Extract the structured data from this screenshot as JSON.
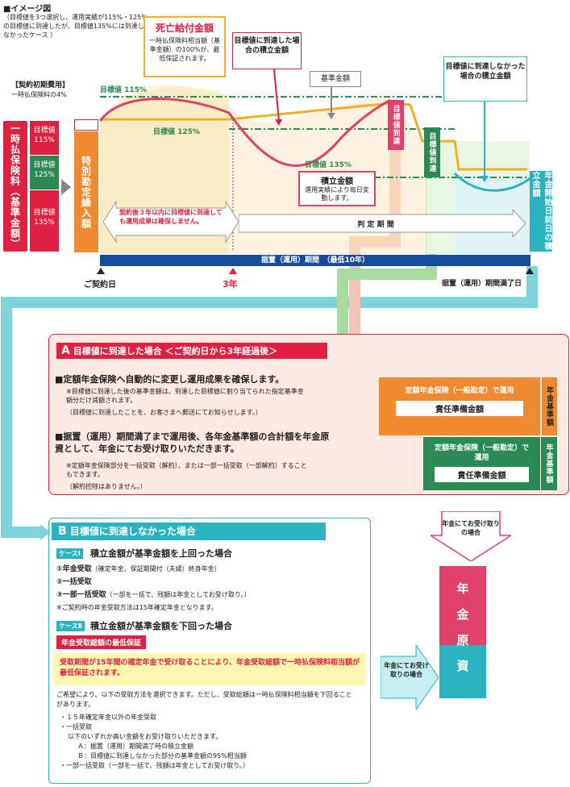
{
  "header": {
    "title": "■イメージ図",
    "note": "（目標値を3つ選択し、運用実績が115%・125%の目標値に到達したが、目標値135%には到達しなかったケース ）"
  },
  "left": {
    "premium_label": "一時払保険料（基準金額）",
    "targets": [
      "目標値115%",
      "目標値125%",
      "目標値135%"
    ],
    "initial_cost_title": "【契約初期費用】",
    "initial_cost_text": "一時払保険料の4%",
    "special_account": "特別勘定繰入額"
  },
  "chart": {
    "target115": "目標値 115%",
    "target125": "目標値 125%",
    "target135": "目標値 135%",
    "reached1": "目標値到達",
    "reached2": "目標値到達",
    "pension_prev_day": "年金開始日前日の積立金額",
    "guarantee_box": "契約後３年以内に目標値に到達しても運用成果は確保しません。",
    "judge_period": "判 定 期 間",
    "deferral_period": "据置（運用）期間　（最低10年）",
    "contract_day": "ご契約日",
    "year3": "3年",
    "deferral_end": "据置（運用）期間満了日"
  },
  "callouts": {
    "death_title": "死亡給付金額",
    "death_text": "一時払保険料相当額（基準金額）の100%が、最低保証されます。",
    "reached_title": "目標値に到達した場合の積立金額",
    "base_amount": "基準金額",
    "not_reached": "目標値に到達しなかった場合の積立金額",
    "accum_title": "積立金額",
    "accum_text": "運用実績により毎日変動します。"
  },
  "sectionA": {
    "title": "目標値に到達した場合 ＜ご契約日から3年経過後＞",
    "letter": "A",
    "p1": "■定額年金保険へ自動的に変更し運用成果を確保します。",
    "p1_note1": "※目標値に到達した後の基準金額は、到達した目標値に割り当てられた指定基準金額分だけ減額されます。",
    "p1_note2": "（目標値に到達したことを、お客さまへ郵送にてお知らせします。）",
    "p2": "■据置（運用）期間満了まで運用後、各年金基準額の合計額を年金原資として、年金にてお受け取りいただきます。",
    "p2_note1": "※定額年金保険部分を一括受取（解約）、または一部一括受取（一部解約）することもできます。",
    "p2_note2": "（解約控除はありません。）",
    "box1_title": "定額年金保険（一般勘定）で運用",
    "box1_reserve": "責任準備金額",
    "box1_side": "年金基準額",
    "box2_title": "定額年金保険（一般勘定）で運用",
    "box2_reserve": "責任準備金額",
    "box2_side": "年金基準額"
  },
  "sectionB": {
    "letter": "B",
    "title": "目標値に到達しなかった場合",
    "case1_tag": "ケースⅠ",
    "case1_title": "積立金額が基準金額を上回った場合",
    "case1_items": [
      {
        "head": "①年金受取",
        "rest": "（確定年金、保証期間付（夫婦）終身年金）"
      },
      {
        "head": "②一括受取",
        "rest": ""
      },
      {
        "head": "③一部一括受取",
        "rest": "（一部を一括で、残額は年金としてお受け取り。）"
      }
    ],
    "case1_note": "※ご契約時の年金受取方法は15年確定年金となります。",
    "case2_tag": "ケースⅡ",
    "case2_title": "積立金額が基準金額を下回った場合",
    "min_guarantee": "年金受取総額の最低保証",
    "guarantee_text": "受取期間が15年間の確定年金で受け取ることにより、年金受取総額で一時払保険料相当額が最低保証されます。",
    "desc": "ご希望により、以下の受取方法を選択できます。ただし、受取総額は一時払保険料相当額を下回ることがあります。",
    "options": [
      "・１５年確定年金以外の年金受取",
      "・一括受取",
      "以下のいずれか高い金額をお受け取りいただきます。",
      "Ａ：据置（運用）期間満了時の積立金額",
      "Ｂ：目標値に到達しなかった部分の基準金額の95%相当額",
      "・一部一括受取（一部を一括で、残額は年金としてお受け取り。）"
    ]
  },
  "right": {
    "arrow_down": "年金にてお受け取りの場合",
    "arrow_right": "年金にてお受け取りの場合",
    "pension_fund": [
      "年",
      "金",
      "原",
      "資"
    ]
  },
  "colors": {
    "red": "#e02040",
    "orange": "#f08a30",
    "green": "#2a8a55",
    "teal": "#2bb3c0",
    "lightgreen": "#8ed08a",
    "pinkbg": "#fde9e4",
    "navy": "#164a9a"
  }
}
